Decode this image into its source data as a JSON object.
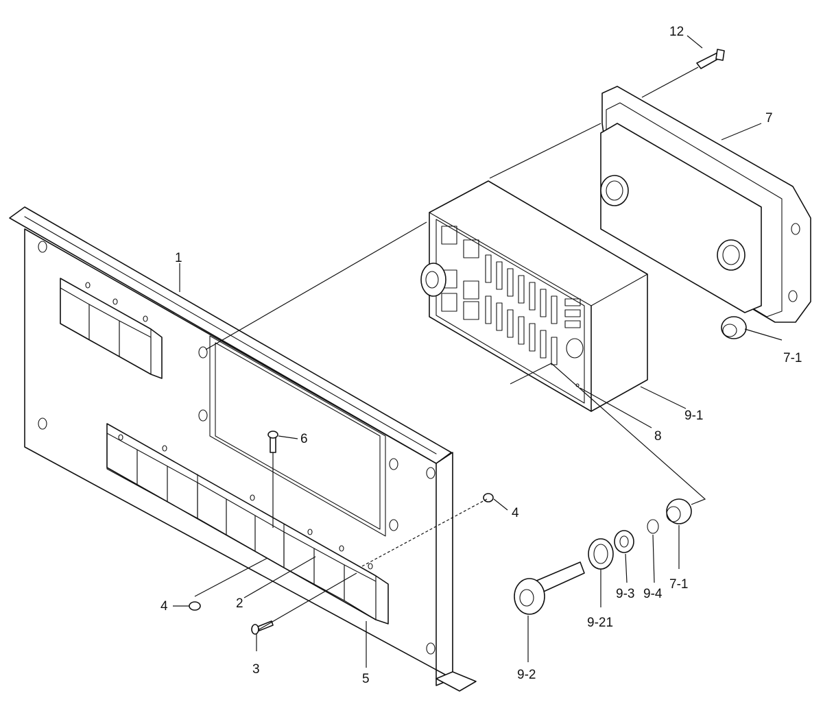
{
  "callouts": {
    "c1": "1",
    "c2": "2",
    "c3": "3",
    "c4a": "4",
    "c4b": "4",
    "c5": "5",
    "c6": "6",
    "c7": "7",
    "c7_1a": "7-1",
    "c7_1b": "7-1",
    "c8": "8",
    "c9_1": "9-1",
    "c9_2": "9-2",
    "c9_21": "9-21",
    "c9_3": "9-3",
    "c9_4": "9-4",
    "c12": "12"
  },
  "icons": {
    "panel": "mounting-plate",
    "relay-sockets": "relay-socket-row",
    "housing": "connector-housing",
    "cover": "connector-cover",
    "screw": "screw",
    "nut": "hex-nut",
    "knob": "knurled-knob"
  }
}
